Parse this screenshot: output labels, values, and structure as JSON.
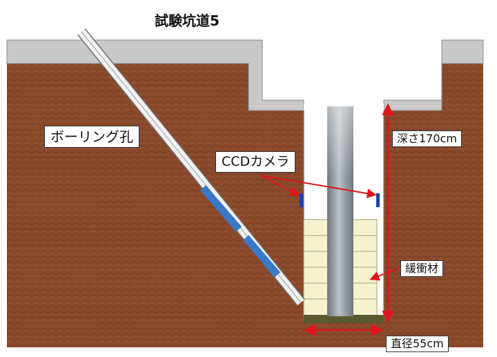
{
  "title": "試験坑道5",
  "labels": {
    "borehole": "ボーリング孔",
    "camera": "CCDカメラ",
    "depth": "深さ170cm",
    "buffer": "緩衝材",
    "diameter": "直径55cm"
  },
  "colors": {
    "soil": "#8b4a2c",
    "concrete": "#c8c8c8",
    "buffer_block": "#f4f2cf",
    "buffer_line": "#a6a27a",
    "pipe": "#8e959b",
    "camera": "#1d3fa8",
    "borehole_probe": "#3a78c8",
    "base_plate": "#5a5a30",
    "annotation": "#e0141c"
  }
}
